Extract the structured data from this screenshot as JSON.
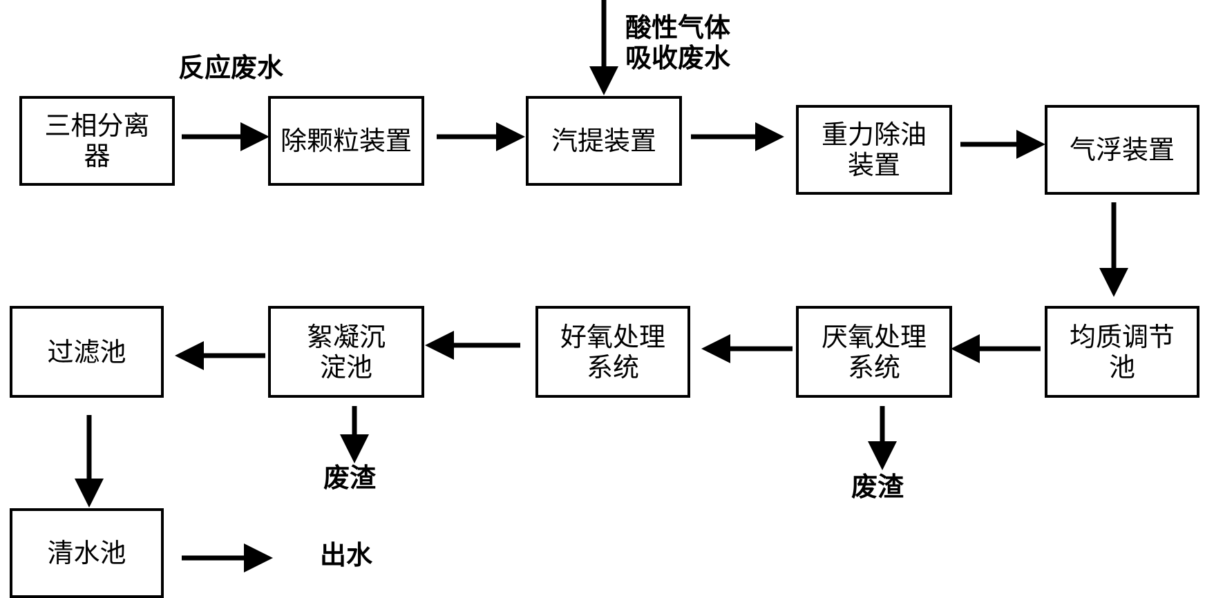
{
  "nodes": {
    "n1": "三相分离\n器",
    "n2": "除颗粒装置",
    "n3": "汽提装置",
    "n4": "重力除油\n装置",
    "n5": "气浮装置",
    "n6": "均质调节\n池",
    "n7": "厌氧处理\n系统",
    "n8": "好氧处理\n系统",
    "n9": "絮凝沉\n淀池",
    "n10": "过滤池",
    "n11": "清水池"
  },
  "labels": {
    "reaction_wastewater": "反应废水",
    "acid_gas_wastewater": "酸性气体\n吸收废水",
    "waste_residue_1": "废渣",
    "waste_residue_2": "废渣",
    "outlet_water": "出水"
  }
}
